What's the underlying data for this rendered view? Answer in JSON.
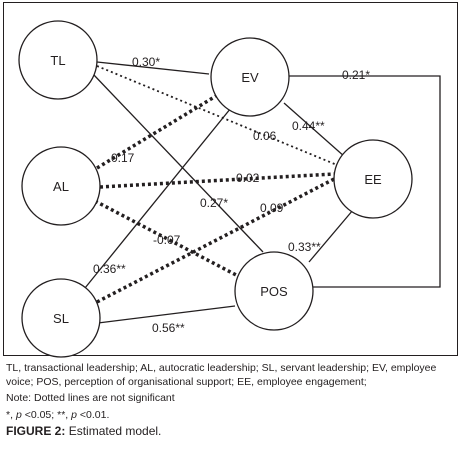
{
  "nodes": {
    "TL": "TL",
    "AL": "AL",
    "SL": "SL",
    "EV": "EV",
    "EE": "EE",
    "POS": "POS"
  },
  "edges": {
    "tl_ev": "0.30*",
    "tl_ee": "0.06",
    "tl_pos": "0.27*",
    "al_ev": "0.17",
    "al_ee": "0.02",
    "al_pos": "-0.07",
    "sl_ev": "0.36**",
    "sl_ee": "0.09",
    "sl_pos": "0.56**",
    "ev_ee": "0.44**",
    "ev_ee_long": "0.21*",
    "pos_ee": "0.33**"
  },
  "caption": {
    "abbreviations": "TL, transactional leadership; AL, autocratic leadership; SL, servant leadership; EV, employee voice; POS, perception of organisational support; EE, employee engagement;",
    "note": "Note: Dotted lines are not significant",
    "sig_star": "*,",
    "sig_p1": "p",
    "sig_v1": "<0.05; **,",
    "sig_p2": "p",
    "sig_v2": "<0.01.",
    "figure_label": "FIGURE 2:",
    "figure_title": "Estimated model."
  }
}
